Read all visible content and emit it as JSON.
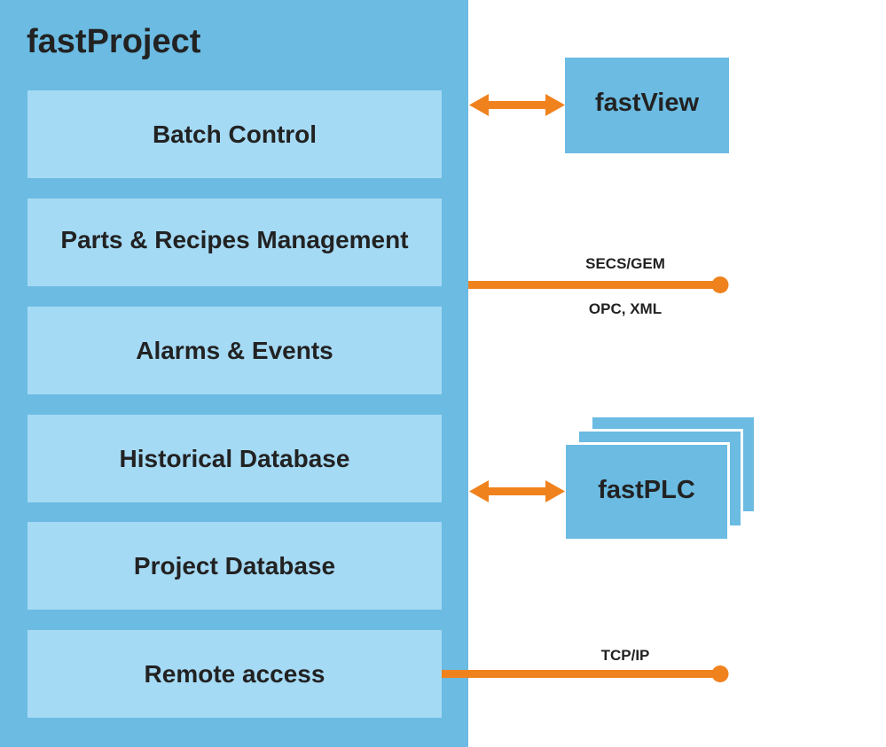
{
  "system": {
    "title": "fastProject",
    "modules": [
      {
        "label": "Batch Control"
      },
      {
        "label": "Parts & Recipes Management"
      },
      {
        "label": "Alarms & Events"
      },
      {
        "label": "Historical Database"
      },
      {
        "label": "Project Database"
      },
      {
        "label": "Remote access"
      }
    ]
  },
  "external": {
    "view": {
      "label": "fastView"
    },
    "plc": {
      "label": "fastPLC"
    }
  },
  "interfaces": {
    "secs_label": "SECS/GEM",
    "opc_label": "OPC, XML",
    "tcp_label": "TCP/IP"
  },
  "colors": {
    "panel": "#6bbbe2",
    "module": "#a5daf5",
    "connector": "#f0821e",
    "text": "#222222"
  }
}
